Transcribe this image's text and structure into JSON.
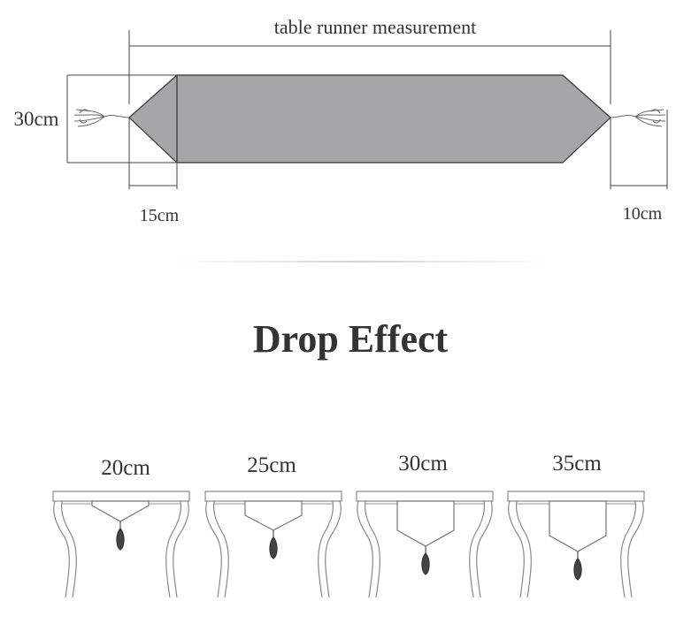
{
  "measurement": {
    "label": "table runner measurement",
    "width_label": "30cm",
    "point_label": "15cm",
    "tassel_label": "10cm",
    "runner_color": "#a4a6a7",
    "line_color": "#333333"
  },
  "drop_effect": {
    "title": "Drop Effect",
    "options": [
      {
        "label": "20cm"
      },
      {
        "label": "25cm"
      },
      {
        "label": "30cm"
      },
      {
        "label": "35cm"
      }
    ]
  }
}
